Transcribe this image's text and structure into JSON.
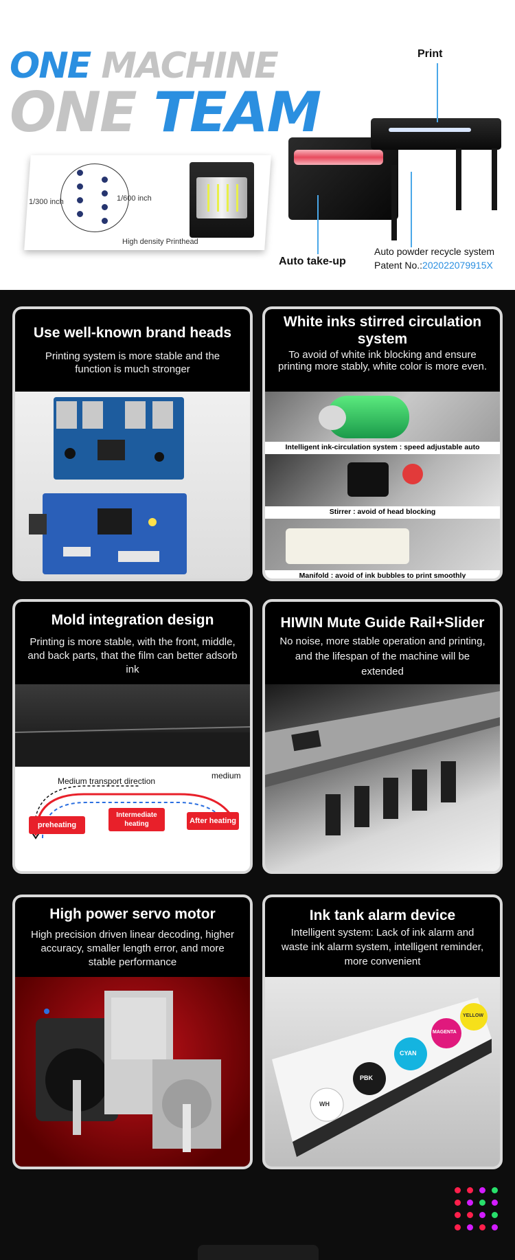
{
  "hero": {
    "title_line1_word1": "ONE",
    "title_line1_word2": "MACHINE",
    "title_line2_word1": "ONE",
    "title_line2_word2": "TEAM",
    "printhead": {
      "label_300": "1/300 inch",
      "label_600": "1/600 inch",
      "caption": "High density Printhead"
    },
    "machine": {
      "print_label": "Print",
      "auto_takeup_label": "Auto take-up",
      "powder_label": "Auto powder recycle system",
      "patent_prefix": "Patent No.:",
      "patent_number": "202022079915X"
    }
  },
  "panels": [
    {
      "title": "Use well-known brand heads",
      "desc": "Printing system is more stable and the function is much stronger"
    },
    {
      "title": "White inks stirred circulation system",
      "desc": "To avoid of white ink blocking and ensure printing more stably, white color is more even.",
      "sub_captions": [
        "Intelligent ink-circulation system : speed adjustable auto",
        "Stirrer : avoid of head blocking",
        "Manifold : avoid of ink bubbles to print smoothly"
      ]
    },
    {
      "title": "Mold integration design",
      "desc": "Printing is more stable, with the front, middle, and back parts,  that the film can better adsorb ink",
      "diagram": {
        "direction_label": "Medium transport direction",
        "medium_label": "medium",
        "zones": [
          "preheating",
          "Intermediate heating",
          "After heating"
        ]
      }
    },
    {
      "title": "HIWIN Mute Guide Rail+Slider",
      "desc": "No noise, more stable operation and printing, and the lifespan of the machine will be extended"
    },
    {
      "title": "High power servo motor",
      "desc": "High precision driven linear decoding, higher accuracy, smaller length error, and more stable performance"
    },
    {
      "title": "Ink tank alarm device",
      "desc": "Intelligent system: Lack of ink alarm and waste ink alarm system, intelligent reminder, more convenient",
      "tank_labels": [
        "WH",
        "PBK",
        "CYAN",
        "MAGENTA",
        "YELLOW"
      ]
    }
  ],
  "colors": {
    "accent_blue": "#2b8fe0",
    "title_grey": "#c4c4c4",
    "zone_red": "#e8202a",
    "page_bg": "#0d0d0d",
    "dot_red": "#ff1f4b",
    "dot_magenta": "#d21cff",
    "dot_green": "#28e06b"
  }
}
